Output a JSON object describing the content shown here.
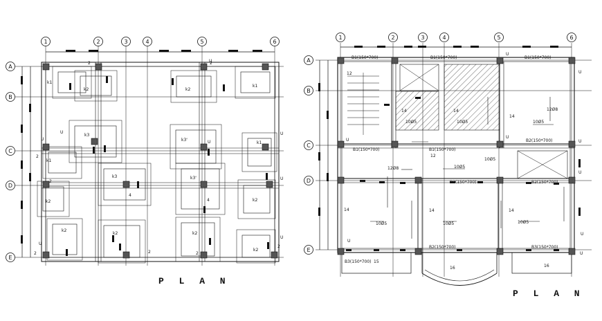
{
  "left_plan": {
    "title": "P L A N",
    "col_grid": [
      "1",
      "2",
      "3",
      "4",
      "5",
      "6"
    ],
    "row_grid": [
      "A",
      "B",
      "C",
      "D",
      "E"
    ],
    "footing_tags": [
      "k1",
      "k2",
      "k2",
      "k1",
      "k3",
      "k3'",
      "k1",
      "k1",
      "k3",
      "k3'",
      "k2",
      "k2",
      "k2",
      "k2",
      "k2",
      "k2"
    ],
    "dims": [
      "2",
      "2",
      "2",
      "4",
      "2",
      "4",
      "2",
      "2",
      "2",
      "2"
    ],
    "col_marks": [
      "U",
      "U",
      "U",
      "U",
      "U",
      "U",
      "U",
      "U"
    ]
  },
  "right_plan": {
    "title": "P L A N",
    "col_grid": [
      "1",
      "2",
      "3",
      "4",
      "5",
      "6"
    ],
    "row_grid": [
      "A",
      "B",
      "C",
      "D",
      "E"
    ],
    "beam_tags": [
      "B1(150*700)",
      "B1(150*700)",
      "B1(150*700)",
      "B1(150*700)",
      "B1(150*700)",
      "B2(150*700)",
      "B2(150*700)",
      "B2(150*700)",
      "B2(150*700)",
      "B3(150*700)",
      "B3(150*700)"
    ],
    "slab_tags": [
      "14",
      "14",
      "14",
      "14",
      "14",
      "14",
      "12",
      "12",
      "16",
      "16",
      "15"
    ],
    "rebar_tags": [
      "10Ø5",
      "10Ø5",
      "10Ø5",
      "10Ø5",
      "10Ø5",
      "10Ø5",
      "10Ø5",
      "10Ø5",
      "12Ø8",
      "12Ø8"
    ],
    "col_marks": [
      "U",
      "U",
      "U",
      "U",
      "U",
      "U",
      "U",
      "U",
      "U"
    ]
  }
}
